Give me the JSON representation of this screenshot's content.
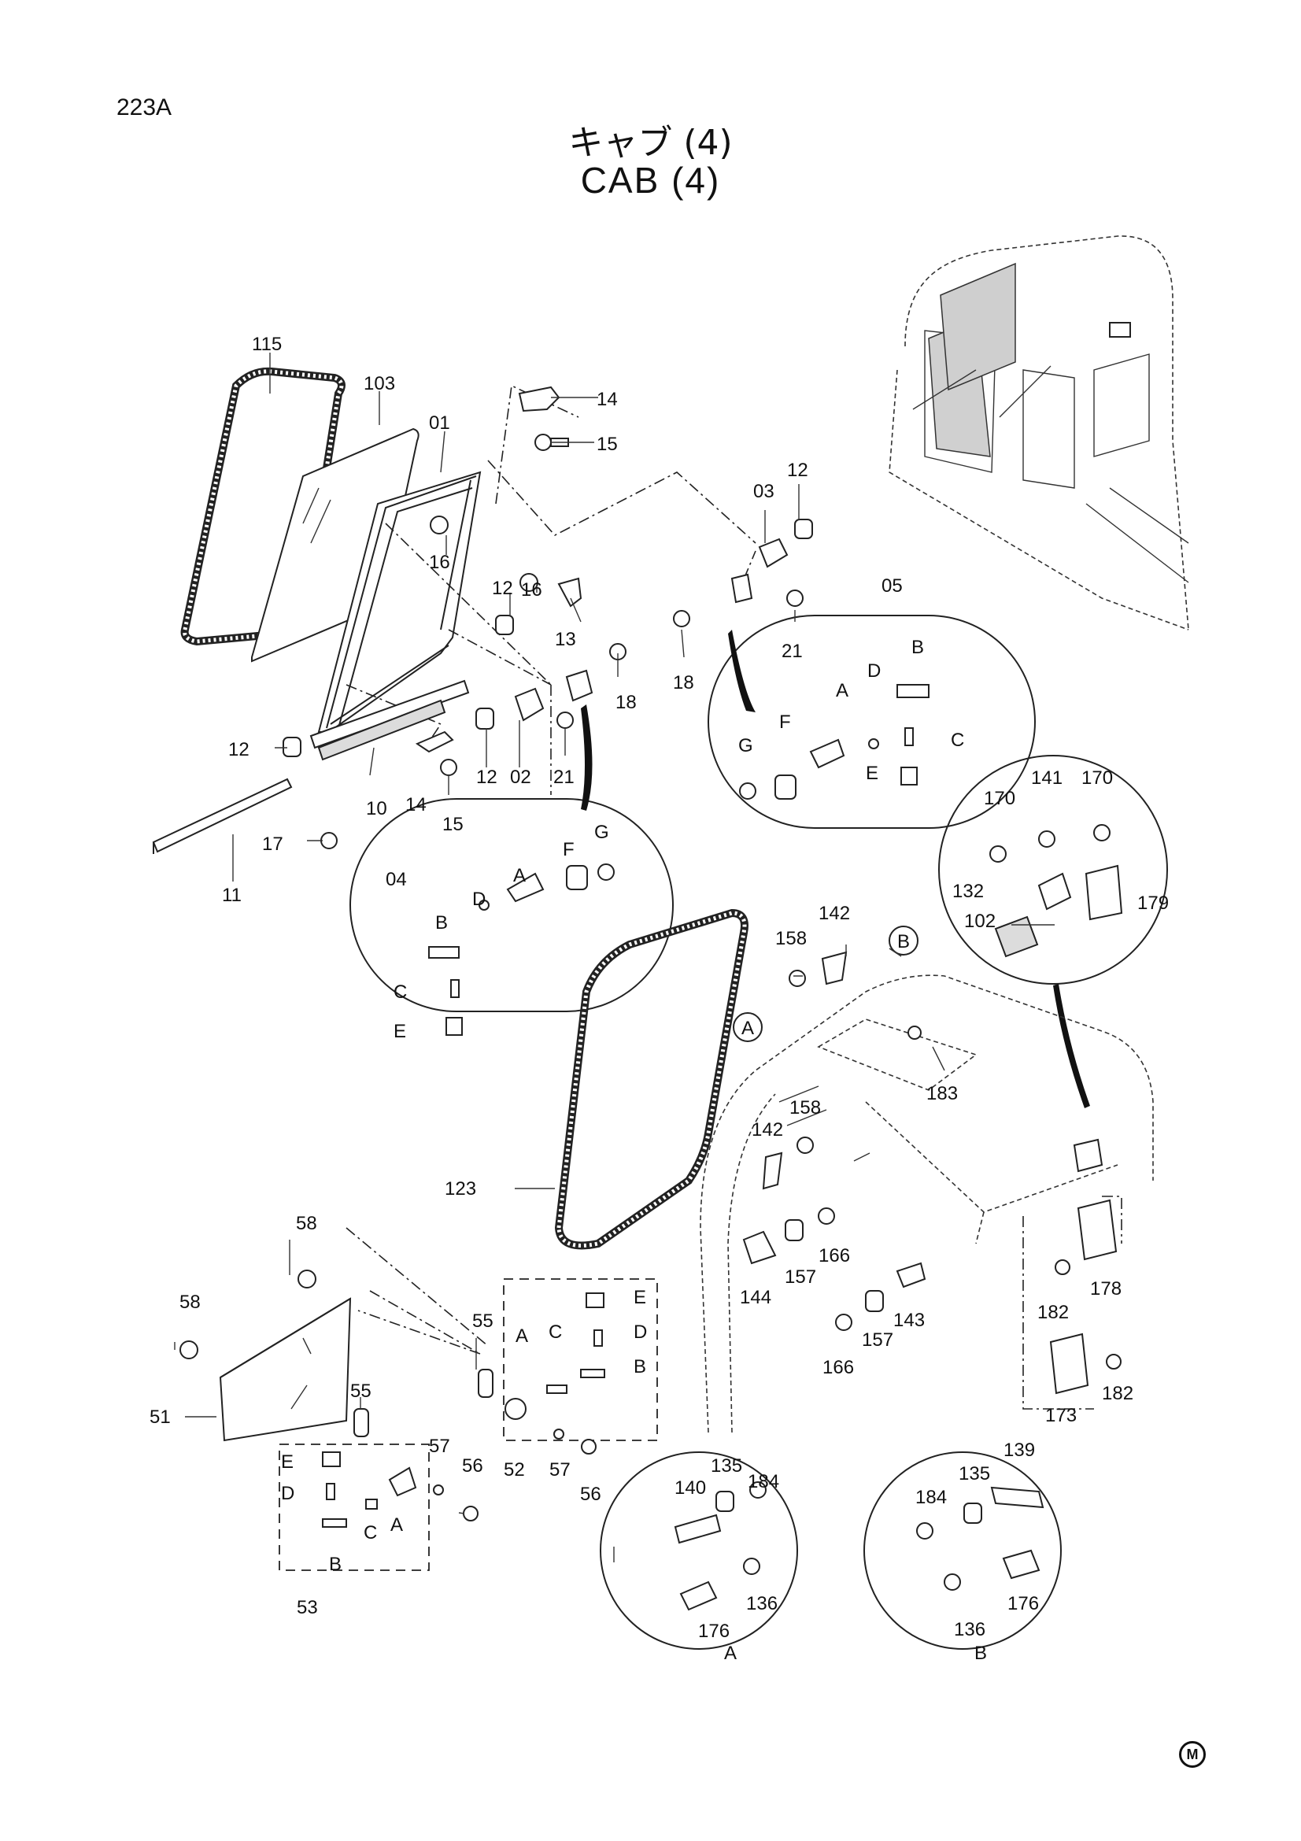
{
  "header": {
    "page_code": "223A",
    "title_jp": "キャブ (4)",
    "title_en": "CAB (4)"
  },
  "footer": {
    "mark": "M"
  },
  "callouts": [
    {
      "id": "c115",
      "text": "115"
    },
    {
      "id": "c103",
      "text": "103"
    },
    {
      "id": "c01",
      "text": "01"
    },
    {
      "id": "c14a",
      "text": "14"
    },
    {
      "id": "c15a",
      "text": "15"
    },
    {
      "id": "c03",
      "text": "03"
    },
    {
      "id": "c12a",
      "text": "12"
    },
    {
      "id": "c16a",
      "text": "16"
    },
    {
      "id": "c12b",
      "text": "12"
    },
    {
      "id": "c16b",
      "text": "16"
    },
    {
      "id": "c13",
      "text": "13"
    },
    {
      "id": "c18a",
      "text": "18"
    },
    {
      "id": "c21a",
      "text": "21"
    },
    {
      "id": "c18b",
      "text": "18"
    },
    {
      "id": "c12c",
      "text": "12"
    },
    {
      "id": "c14b",
      "text": "14"
    },
    {
      "id": "c02",
      "text": "02"
    },
    {
      "id": "c21b",
      "text": "21"
    },
    {
      "id": "c12d",
      "text": "12"
    },
    {
      "id": "c10",
      "text": "10"
    },
    {
      "id": "c15b",
      "text": "15"
    },
    {
      "id": "c17",
      "text": "17"
    },
    {
      "id": "c11",
      "text": "11"
    },
    {
      "id": "c05",
      "text": "05"
    },
    {
      "id": "c05B",
      "text": "B"
    },
    {
      "id": "c05D",
      "text": "D"
    },
    {
      "id": "c05A",
      "text": "A"
    },
    {
      "id": "c05F",
      "text": "F"
    },
    {
      "id": "c05G",
      "text": "G"
    },
    {
      "id": "c05C",
      "text": "C"
    },
    {
      "id": "c05E",
      "text": "E"
    },
    {
      "id": "c04",
      "text": "04"
    },
    {
      "id": "c04G",
      "text": "G"
    },
    {
      "id": "c04F",
      "text": "F"
    },
    {
      "id": "c04A",
      "text": "A"
    },
    {
      "id": "c04D",
      "text": "D"
    },
    {
      "id": "c04B",
      "text": "B"
    },
    {
      "id": "c04C",
      "text": "C"
    },
    {
      "id": "c04E",
      "text": "E"
    },
    {
      "id": "c170a",
      "text": "170"
    },
    {
      "id": "c141",
      "text": "141"
    },
    {
      "id": "c170b",
      "text": "170"
    },
    {
      "id": "c132",
      "text": "132"
    },
    {
      "id": "c179",
      "text": "179"
    },
    {
      "id": "c102",
      "text": "102"
    },
    {
      "id": "c142a",
      "text": "142"
    },
    {
      "id": "c158a",
      "text": "158"
    },
    {
      "id": "cB",
      "text": "B"
    },
    {
      "id": "cA",
      "text": "A"
    },
    {
      "id": "c183",
      "text": "183"
    },
    {
      "id": "c158b",
      "text": "158"
    },
    {
      "id": "c142b",
      "text": "142"
    },
    {
      "id": "c123",
      "text": "123"
    },
    {
      "id": "c166a",
      "text": "166"
    },
    {
      "id": "c157a",
      "text": "157"
    },
    {
      "id": "c144",
      "text": "144"
    },
    {
      "id": "c143",
      "text": "143"
    },
    {
      "id": "c157b",
      "text": "157"
    },
    {
      "id": "c166b",
      "text": "166"
    },
    {
      "id": "c178",
      "text": "178"
    },
    {
      "id": "c182a",
      "text": "182"
    },
    {
      "id": "c182b",
      "text": "182"
    },
    {
      "id": "c173",
      "text": "173"
    },
    {
      "id": "c58a",
      "text": "58"
    },
    {
      "id": "c58b",
      "text": "58"
    },
    {
      "id": "c51",
      "text": "51"
    },
    {
      "id": "c55a",
      "text": "55"
    },
    {
      "id": "c55b",
      "text": "55"
    },
    {
      "id": "c52A",
      "text": "A"
    },
    {
      "id": "c52C",
      "text": "C"
    },
    {
      "id": "c52E",
      "text": "E"
    },
    {
      "id": "c52D",
      "text": "D"
    },
    {
      "id": "c52B",
      "text": "B"
    },
    {
      "id": "c52",
      "text": "52"
    },
    {
      "id": "c57a",
      "text": "57"
    },
    {
      "id": "c56a",
      "text": "56"
    },
    {
      "id": "c53E",
      "text": "E"
    },
    {
      "id": "c53D",
      "text": "D"
    },
    {
      "id": "c53C",
      "text": "C"
    },
    {
      "id": "c53A",
      "text": "A"
    },
    {
      "id": "c53B",
      "text": "B"
    },
    {
      "id": "c53",
      "text": "53"
    },
    {
      "id": "c57b",
      "text": "57"
    },
    {
      "id": "c56b",
      "text": "56"
    },
    {
      "id": "c184a",
      "text": "184"
    },
    {
      "id": "c135a",
      "text": "135"
    },
    {
      "id": "c140",
      "text": "140"
    },
    {
      "id": "c136a",
      "text": "136"
    },
    {
      "id": "c176a",
      "text": "176"
    },
    {
      "id": "cAlabel",
      "text": "A"
    },
    {
      "id": "c139",
      "text": "139"
    },
    {
      "id": "c135b",
      "text": "135"
    },
    {
      "id": "c184b",
      "text": "184"
    },
    {
      "id": "c176b",
      "text": "176"
    },
    {
      "id": "c136b",
      "text": "136"
    },
    {
      "id": "cBlabel",
      "text": "B"
    }
  ]
}
